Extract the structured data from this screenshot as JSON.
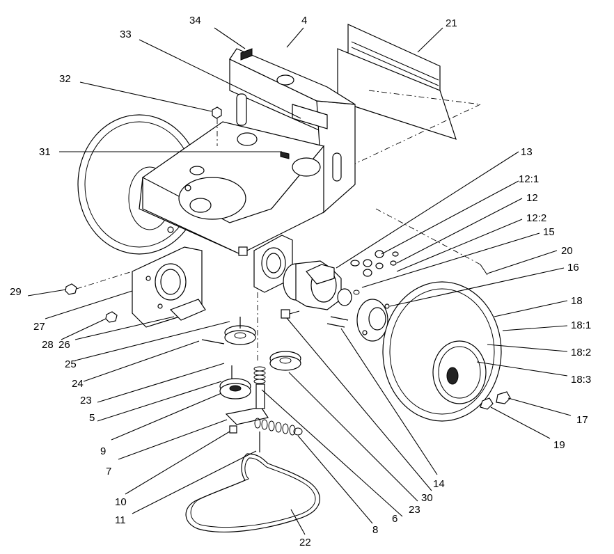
{
  "diagram": {
    "labels": {
      "l1": "34",
      "l2": "4",
      "l3": "21",
      "l4": "33",
      "l5": "32",
      "l6": "31",
      "l7": "13",
      "l8": "12:1",
      "l9": "12",
      "l10": "12:2",
      "l11": "15",
      "l12": "20",
      "l13": "16",
      "l14": "18",
      "l15": "18:1",
      "l16": "18:2",
      "l17": "18:3",
      "l18": "17",
      "l19": "19",
      "l20": "29",
      "l21": "27",
      "l22": "28",
      "l23": "26",
      "l24": "25",
      "l25": "24",
      "l26": "23",
      "l27": "5",
      "l28": "9",
      "l29": "7",
      "l30": "10",
      "l31": "11",
      "l32": "22",
      "l33": "8",
      "l34": "6",
      "l35": "23",
      "l36": "30",
      "l37": "14"
    }
  }
}
